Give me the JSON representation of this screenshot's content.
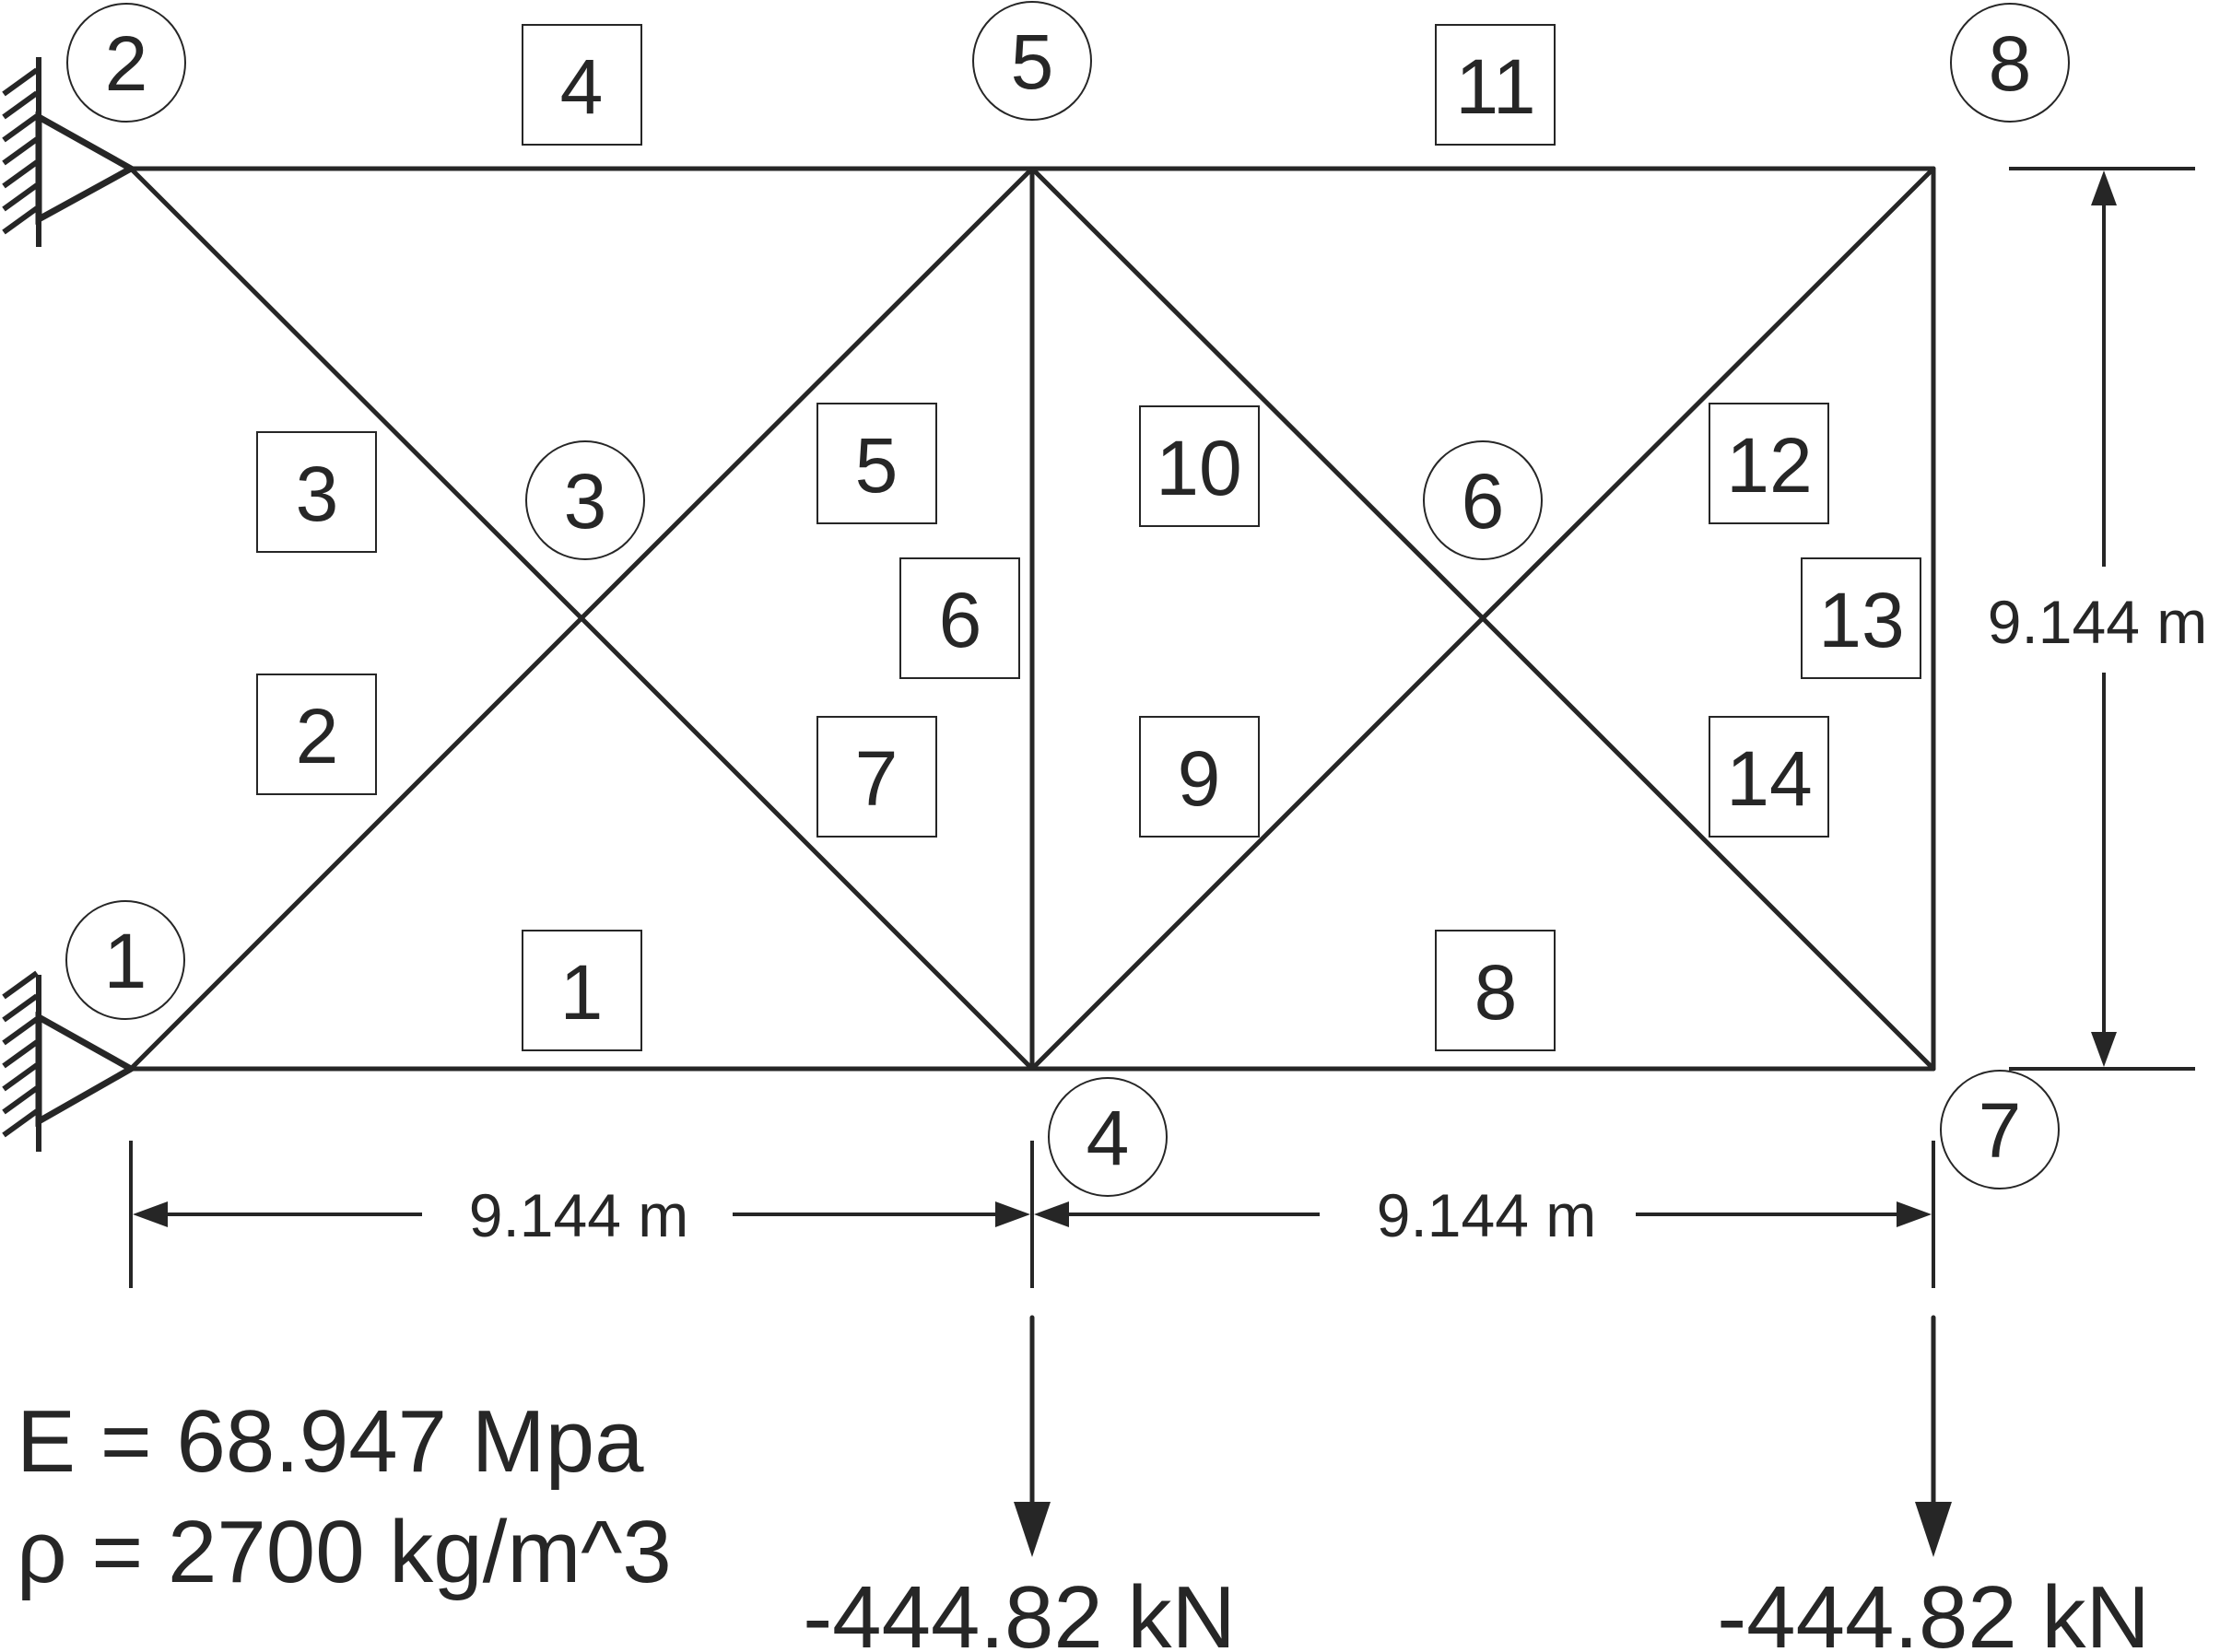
{
  "nodes": [
    {
      "id": "1",
      "label": "1"
    },
    {
      "id": "2",
      "label": "2"
    },
    {
      "id": "3",
      "label": "3"
    },
    {
      "id": "4",
      "label": "4"
    },
    {
      "id": "5",
      "label": "5"
    },
    {
      "id": "6",
      "label": "6"
    },
    {
      "id": "7",
      "label": "7"
    },
    {
      "id": "8",
      "label": "8"
    }
  ],
  "elements": [
    {
      "id": "1",
      "label": "1",
      "from": "1",
      "to": "4"
    },
    {
      "id": "2",
      "label": "2",
      "from": "1",
      "to": "3"
    },
    {
      "id": "3",
      "label": "3",
      "from": "2",
      "to": "3"
    },
    {
      "id": "4",
      "label": "4",
      "from": "2",
      "to": "5"
    },
    {
      "id": "5",
      "label": "5",
      "from": "3",
      "to": "5"
    },
    {
      "id": "6",
      "label": "6",
      "from": "4",
      "to": "5"
    },
    {
      "id": "7",
      "label": "7",
      "from": "3",
      "to": "4"
    },
    {
      "id": "8",
      "label": "8",
      "from": "4",
      "to": "7"
    },
    {
      "id": "9",
      "label": "9",
      "from": "4",
      "to": "6"
    },
    {
      "id": "10",
      "label": "10",
      "from": "5",
      "to": "6"
    },
    {
      "id": "11",
      "label": "11",
      "from": "5",
      "to": "8"
    },
    {
      "id": "12",
      "label": "12",
      "from": "6",
      "to": "8"
    },
    {
      "id": "13",
      "label": "13",
      "from": "7",
      "to": "8"
    },
    {
      "id": "14",
      "label": "14",
      "from": "6",
      "to": "7"
    }
  ],
  "dimensions": {
    "span_left": "9.144 m",
    "span_right": "9.144 m",
    "height": "9.144 m"
  },
  "loads": {
    "node4": "-444.82 kN",
    "node7": "-444.82 kN"
  },
  "properties": {
    "modulus": "E = 68.947 Mpa",
    "density": "ρ = 2700 kg/m^3"
  }
}
